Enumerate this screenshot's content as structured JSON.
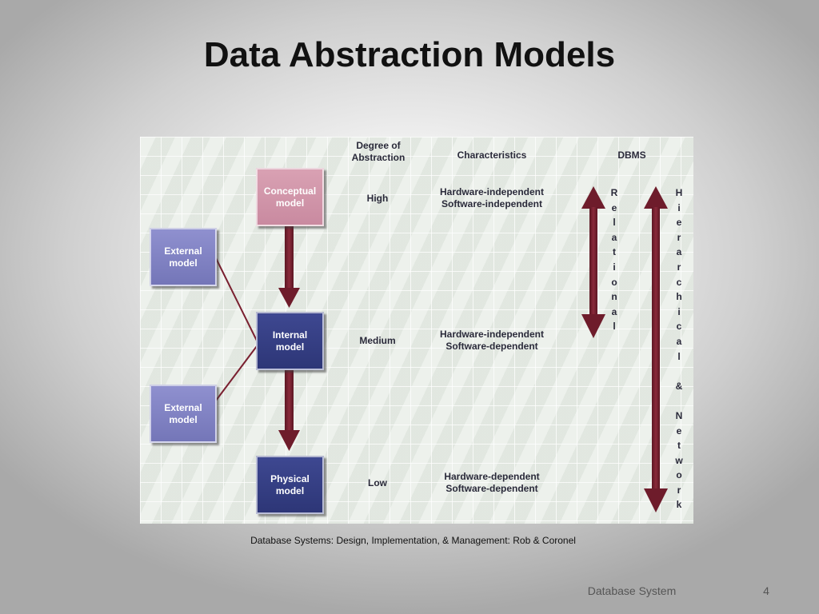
{
  "slide": {
    "title": "Data Abstraction Models",
    "caption": "Database Systems: Design, Implementation, & Management: Rob & Coronel",
    "footer_text": "Database System",
    "page_number": "4"
  },
  "diagram": {
    "headers": {
      "degree": "Degree of\nAbstraction",
      "characteristics": "Characteristics",
      "dbms": "DBMS"
    },
    "boxes": {
      "conceptual": "Conceptual\nmodel",
      "external_top": "External\nmodel",
      "internal": "Internal\nmodel",
      "external_bottom": "External\nmodel",
      "physical": "Physical\nmodel"
    },
    "rows": [
      {
        "degree": "High",
        "characteristics": "Hardware-independent\nSoftware-independent"
      },
      {
        "degree": "Medium",
        "characteristics": "Hardware-independent\nSoftware-dependent"
      },
      {
        "degree": "Low",
        "characteristics": "Hardware-dependent\nSoftware-dependent"
      }
    ],
    "dbms_relational": "R\ne\nl\na\nt\ni\no\nn\na\nl",
    "dbms_hierarchical_network": "H\ni\ne\nr\na\nr\nc\nh\ni\nc\na\nl\n\n&\n\nN\ne\nt\nw\no\nr\nk",
    "colors": {
      "arrow": "#7a2030",
      "conceptual_box": "#d9a1b3",
      "external_box": "#8f90cf",
      "internal_box": "#3e4891"
    }
  }
}
